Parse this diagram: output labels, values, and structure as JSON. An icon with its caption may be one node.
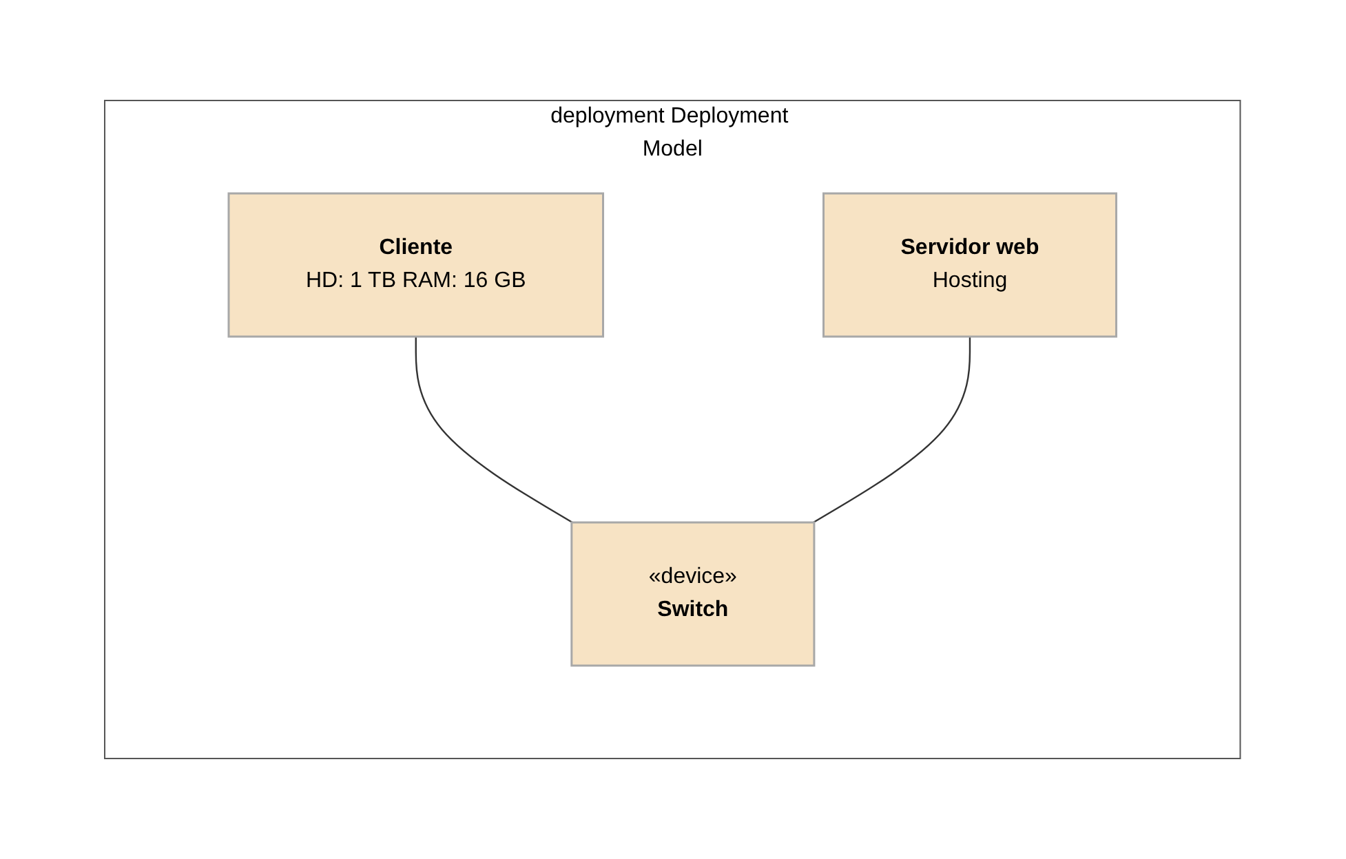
{
  "diagram": {
    "nodes": [
      {
        "text": [
          "deployment Deployment Model"
        ]
      },
      {
        "text": [
          "Cliente",
          "HD: 1 TB RAM: 16 GB"
        ],
        "in": 0
      },
      {
        "text": [
          "Servidor web",
          "Hosting"
        ],
        "in": 0
      },
      {
        "text": [
          "«device»",
          "Switch"
        ],
        "in": 0
      }
    ],
    "edges": [
      {
        "from": 1,
        "to": 3,
        "arrow": "none"
      },
      {
        "from": 2,
        "to": 3,
        "arrow": "none"
      }
    ]
  }
}
